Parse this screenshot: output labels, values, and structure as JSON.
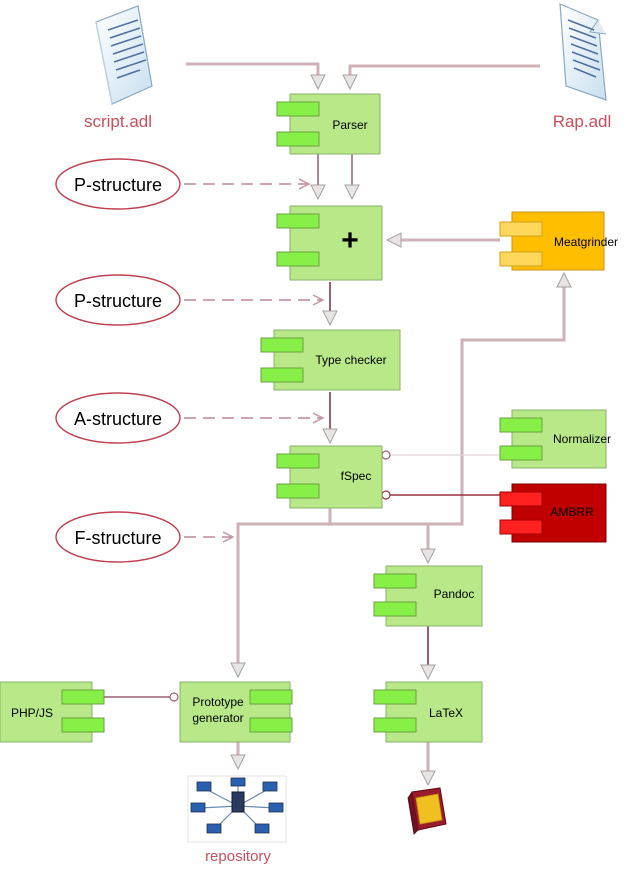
{
  "files": {
    "script": "script.adl",
    "rap": "Rap.adl",
    "repository": "repository"
  },
  "components": {
    "parser": "Parser",
    "plus": "+",
    "meatgrinder": "Meatgrinder",
    "type_checker": "Type checker",
    "fspec": "fSpec",
    "normalizer": "Normalizer",
    "ambrr": "AMBRR",
    "pandoc": "Pandoc",
    "php_js": "PHP/JS",
    "prototype_line1": "Prototype",
    "prototype_line2": "generator",
    "latex": "LaTeX"
  },
  "structures": {
    "p1": "P-structure",
    "p2": "P-structure",
    "a": "A-structure",
    "f": "F-structure"
  },
  "colors": {
    "component_fill": "#b8e888",
    "component_stroke": "#7fa65a",
    "port_fill": "#86f046",
    "meatgrinder_fill": "#ffbf00",
    "meatgrinder_port": "#ffd75a",
    "ambrr_fill": "#c00000",
    "ambrr_port": "#ff2020",
    "arrow": "#d4b0b8",
    "arrow_dark": "#a0606a",
    "ellipse_stroke": "#c04050",
    "file_label": "#c04050",
    "line": "#c8a8b0"
  },
  "icons": {
    "script": "document-icon",
    "rap": "document-icon",
    "repository": "network-icon",
    "latex_output": "book-icon"
  }
}
